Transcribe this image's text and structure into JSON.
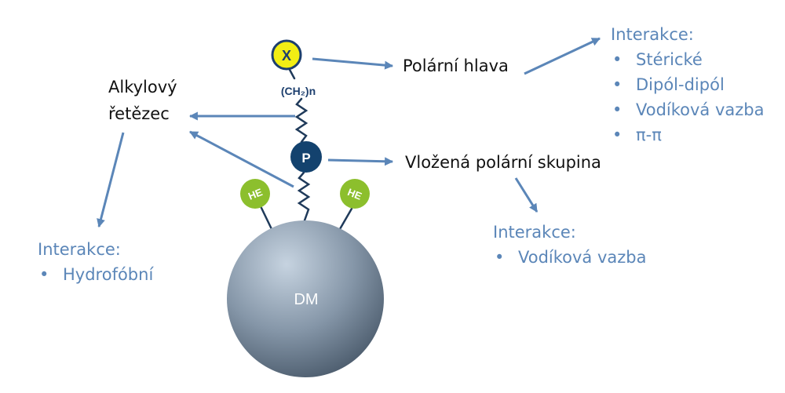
{
  "colors": {
    "arrow": "#5b86b8",
    "text_blue": "#5b86b8",
    "chain": "#1f3a5a",
    "x_fill": "#f2ee14",
    "x_stroke": "#1d3f6e",
    "p_fill": "#13426e",
    "he_fill": "#8cbf2d",
    "sphere_light": "#c6d3e0",
    "sphere_dark": "#4a5a6b"
  },
  "nodes": {
    "x_label": "X",
    "ch2n_label": "(CH₂)n",
    "p_label": "P",
    "he_left_label": "HE",
    "he_right_label": "HE",
    "sphere_label": "DM"
  },
  "labels": {
    "alkyl_line1": "Alkylový",
    "alkyl_line2": "řetězec",
    "polar_head": "Polární hlava",
    "embedded_polar": "Vložená polární skupina"
  },
  "interactions": {
    "polar_head": {
      "title": "Interakce:",
      "items": [
        "Stérické",
        "Dipól-dipól",
        "Vodíková vazba",
        "π-π"
      ]
    },
    "embedded": {
      "title": "Interakce:",
      "items": [
        "Vodíková vazba"
      ]
    },
    "alkyl": {
      "title": "Interakce:",
      "items": [
        "Hydrofóbní"
      ]
    }
  }
}
